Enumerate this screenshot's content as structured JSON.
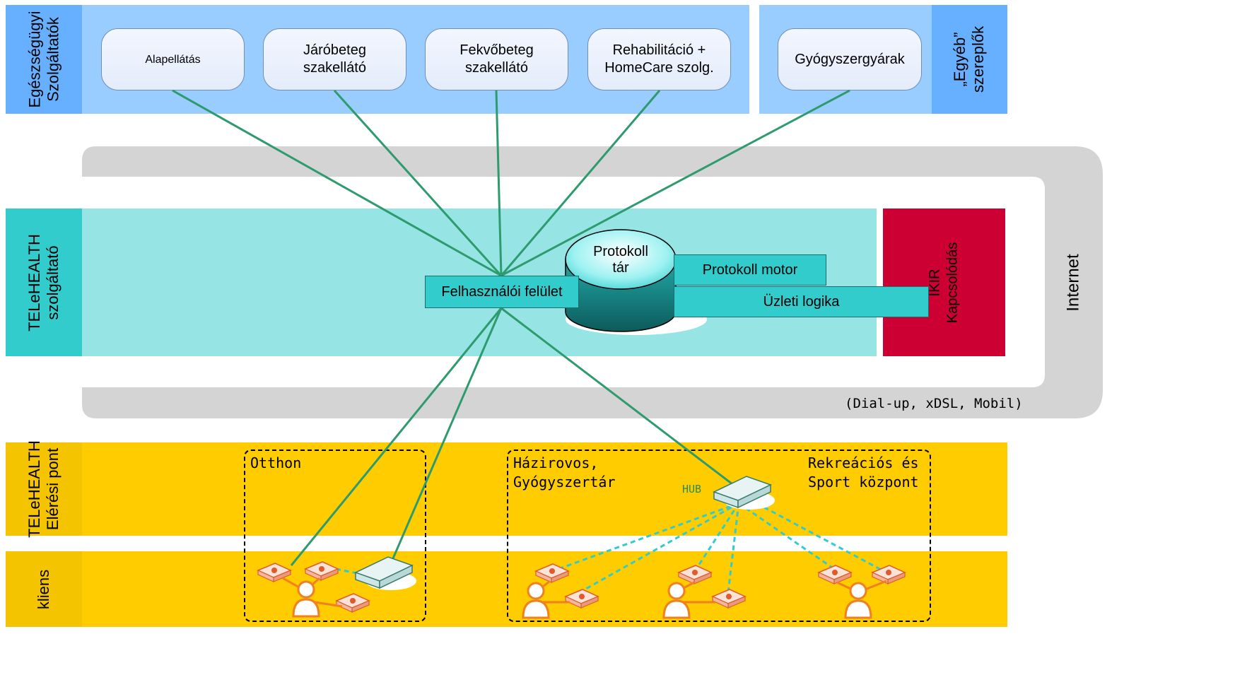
{
  "layers": {
    "providers": "Egészségügyi\nSzolgáltatók",
    "telehealth_provider": "TELeHEALTH\nszolgáltató",
    "access_point": "TELeHEALTH\nElérési pont",
    "client": "kliens"
  },
  "other_actors": "„Egyéb”\nszereplők",
  "providers": [
    {
      "label": "Alapellátás"
    },
    {
      "label": "Járóbeteg\nszakellátó"
    },
    {
      "label": "Fekvőbeteg\nszakellátó"
    },
    {
      "label": "Rehabilitáció +\nHomeCare szolg."
    }
  ],
  "other_provider": "Gyógyszergyárak",
  "internet": {
    "label": "Internet",
    "connections": "(Dial-up, xDSL, Mobil)"
  },
  "ikir": "IKIR\nKapcsolódás",
  "components": {
    "protocol_store": "Protokoll\ntár",
    "protocol_engine": "Protokoll motor",
    "business_logic": "Üzleti logika",
    "user_interface": "Felhasználói felület"
  },
  "access_areas": {
    "home": "Otthon",
    "gp_pharmacy": "Házirovos,\nGyógyszertár",
    "recreation": "Rekreációs és\nSport központ",
    "hub": "HUB"
  },
  "colors": {
    "link_line": "#2e9b6e",
    "wireless_link": "#33cccc",
    "ikir_red": "#cc0033",
    "internet_gray": "#d4d4d4"
  }
}
